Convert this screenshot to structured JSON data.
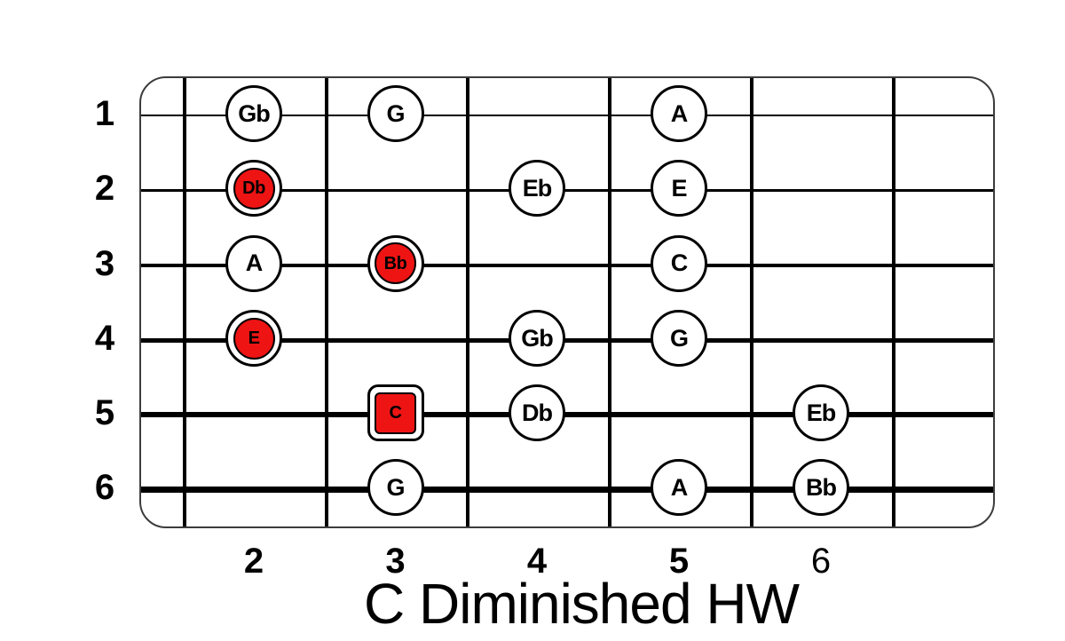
{
  "title": "C Diminished HW",
  "colors": {
    "highlight_red": "#ee1414",
    "marker_fill": "#ffffff",
    "line_color": "#000000"
  },
  "board": {
    "string_labels": [
      "1",
      "2",
      "3",
      "4",
      "5",
      "6"
    ],
    "fret_labels": [
      {
        "label": "2",
        "bold": true
      },
      {
        "label": "3",
        "bold": true
      },
      {
        "label": "4",
        "bold": true
      },
      {
        "label": "5",
        "bold": true
      },
      {
        "label": "6",
        "bold": false
      }
    ]
  },
  "markers": [
    {
      "string": 1,
      "fret": 2,
      "note": "Gb",
      "type": "scale"
    },
    {
      "string": 1,
      "fret": 3,
      "note": "G",
      "type": "scale"
    },
    {
      "string": 1,
      "fret": 5,
      "note": "A",
      "type": "scale"
    },
    {
      "string": 2,
      "fret": 2,
      "note": "Db",
      "type": "highlight"
    },
    {
      "string": 2,
      "fret": 4,
      "note": "Eb",
      "type": "scale"
    },
    {
      "string": 2,
      "fret": 5,
      "note": "E",
      "type": "scale"
    },
    {
      "string": 3,
      "fret": 2,
      "note": "A",
      "type": "scale"
    },
    {
      "string": 3,
      "fret": 3,
      "note": "Bb",
      "type": "highlight"
    },
    {
      "string": 3,
      "fret": 5,
      "note": "C",
      "type": "scale"
    },
    {
      "string": 4,
      "fret": 2,
      "note": "E",
      "type": "highlight"
    },
    {
      "string": 4,
      "fret": 4,
      "note": "Gb",
      "type": "scale"
    },
    {
      "string": 4,
      "fret": 5,
      "note": "G",
      "type": "scale"
    },
    {
      "string": 5,
      "fret": 3,
      "note": "C",
      "type": "root"
    },
    {
      "string": 5,
      "fret": 4,
      "note": "Db",
      "type": "scale"
    },
    {
      "string": 5,
      "fret": 6,
      "note": "Eb",
      "type": "scale"
    },
    {
      "string": 6,
      "fret": 3,
      "note": "G",
      "type": "scale"
    },
    {
      "string": 6,
      "fret": 5,
      "note": "A",
      "type": "scale"
    },
    {
      "string": 6,
      "fret": 6,
      "note": "Bb",
      "type": "scale"
    }
  ]
}
